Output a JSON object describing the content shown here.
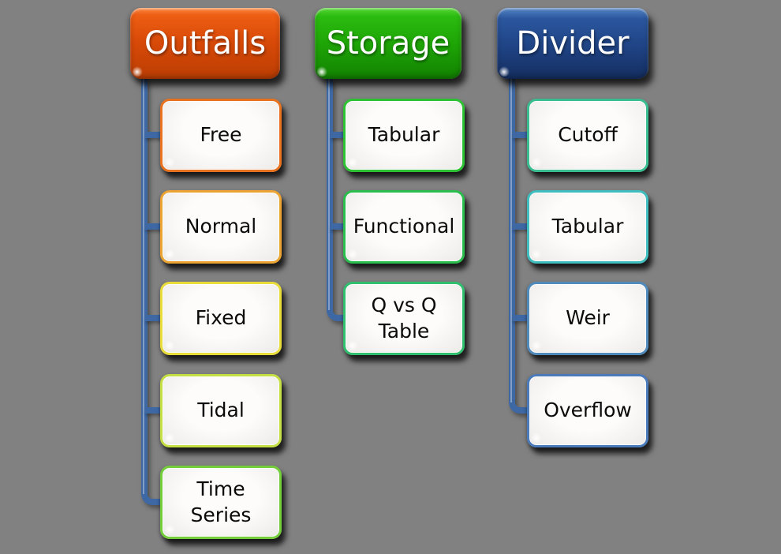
{
  "background_color": "#818181",
  "connector_color": "#3E68A4",
  "connector_highlight": "#8FA9CE",
  "trees": [
    {
      "header": {
        "label": "Outfalls",
        "background": "linear-gradient(180deg,#FB8B45 0%,#EE5E13 10%,#D84A08 48%,#BB3D03 100%)",
        "text_color": "#FFFFFF"
      },
      "children": [
        {
          "label": "Free",
          "border_color": "#E8721F"
        },
        {
          "label": "Normal",
          "border_color": "#EBA431"
        },
        {
          "label": "Fixed",
          "border_color": "#E7DC3A"
        },
        {
          "label": "Tidal",
          "border_color": "#C4DF43"
        },
        {
          "label": "Time\nSeries",
          "border_color": "#74CE3B"
        }
      ]
    },
    {
      "header": {
        "label": "Storage",
        "background": "linear-gradient(180deg,#55D735 0%,#2BBC10 12%,#1EA506 50%,#128201 100%)",
        "text_color": "#FFFFFF"
      },
      "children": [
        {
          "label": "Tabular",
          "border_color": "#2CC233"
        },
        {
          "label": "Functional",
          "border_color": "#29BE4D"
        },
        {
          "label": "Q vs Q\nTable",
          "border_color": "#2FBF6E"
        }
      ]
    },
    {
      "header": {
        "label": "Divider",
        "background": "linear-gradient(180deg,#5585C5 0%,#2B579F 15%,#1F4384 55%,#142E60 100%)",
        "text_color": "#FFFFFF"
      },
      "children": [
        {
          "label": "Cutoff",
          "border_color": "#3ABD90"
        },
        {
          "label": "Tabular",
          "border_color": "#40BDBE"
        },
        {
          "label": "Weir",
          "border_color": "#4F8ABB"
        },
        {
          "label": "Overflow",
          "border_color": "#4A7ABA"
        }
      ]
    }
  ]
}
